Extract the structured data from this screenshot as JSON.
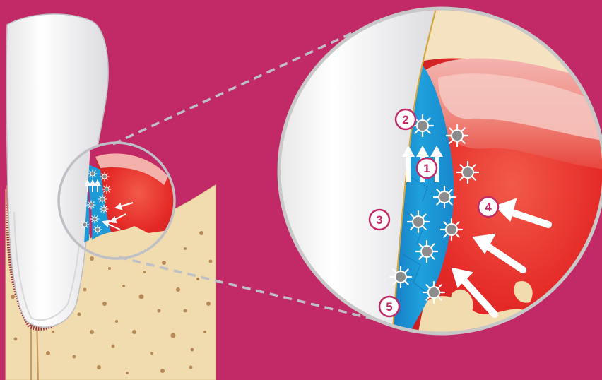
{
  "colors": {
    "background": "#c12a66",
    "gum_red": "#e52a27",
    "gum_pink": "#f07a7a",
    "fluid_blue": "#1e9ad6",
    "bone": "#f1dcb0",
    "tooth": "#ffffff",
    "ring": "#c8c8c8",
    "label_border": "#c12a66",
    "label_text": "#c12a66"
  },
  "labels": [
    {
      "id": "1",
      "text": "1"
    },
    {
      "id": "2",
      "text": "2"
    },
    {
      "id": "3",
      "text": "3"
    },
    {
      "id": "4",
      "text": "4"
    },
    {
      "id": "5",
      "text": "5"
    }
  ],
  "icons": [
    "bacteria-icon",
    "white-arrow-icon",
    "up-arrow-icon"
  ]
}
